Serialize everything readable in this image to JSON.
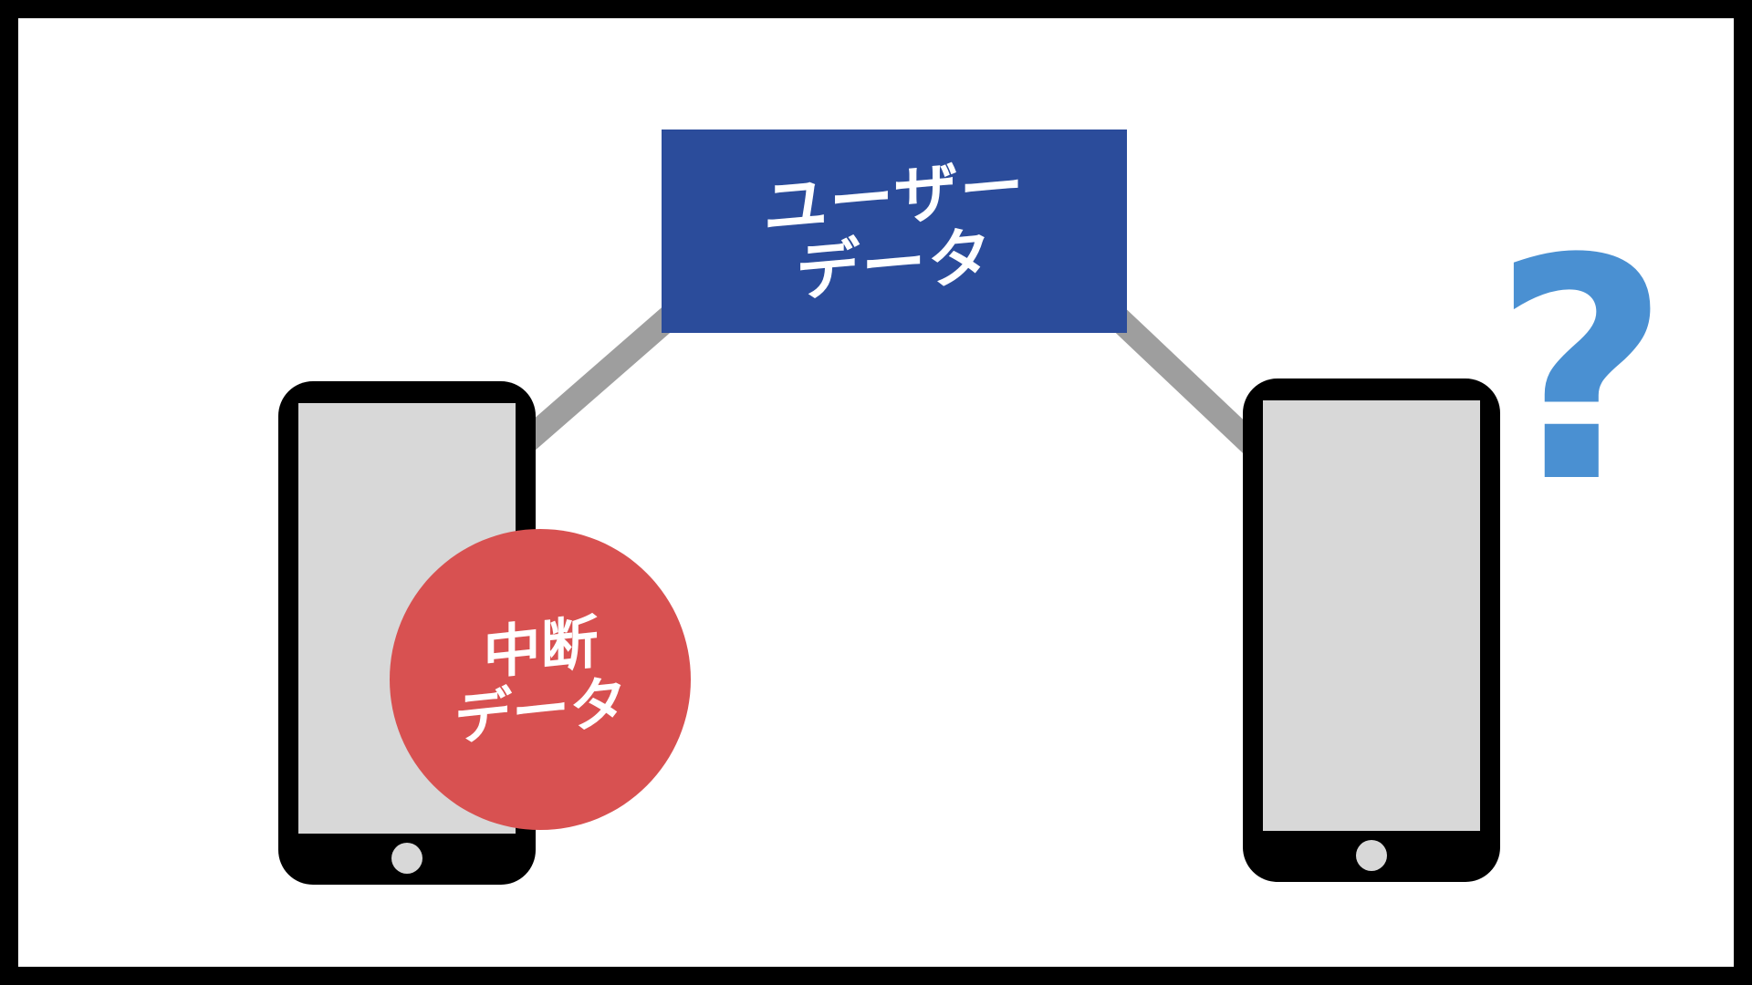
{
  "canvas": {
    "background_color": "#ffffff",
    "frame_color": "#000000"
  },
  "user_data_box": {
    "line1": "ユーザー",
    "line2": "データ",
    "bg_color": "#2b4c9b",
    "text_color": "#ffffff"
  },
  "interrupt_badge": {
    "line1": "中断",
    "line2": "データ",
    "bg_color": "#d85151",
    "text_color": "#ffffff"
  },
  "question_mark": {
    "symbol": "?",
    "color": "#4a90d2"
  },
  "connectors": {
    "color": "#9e9e9e"
  },
  "phones": {
    "body_color": "#000000",
    "screen_color": "#d8d8d8",
    "home_button_color": "#d8d8d8"
  }
}
